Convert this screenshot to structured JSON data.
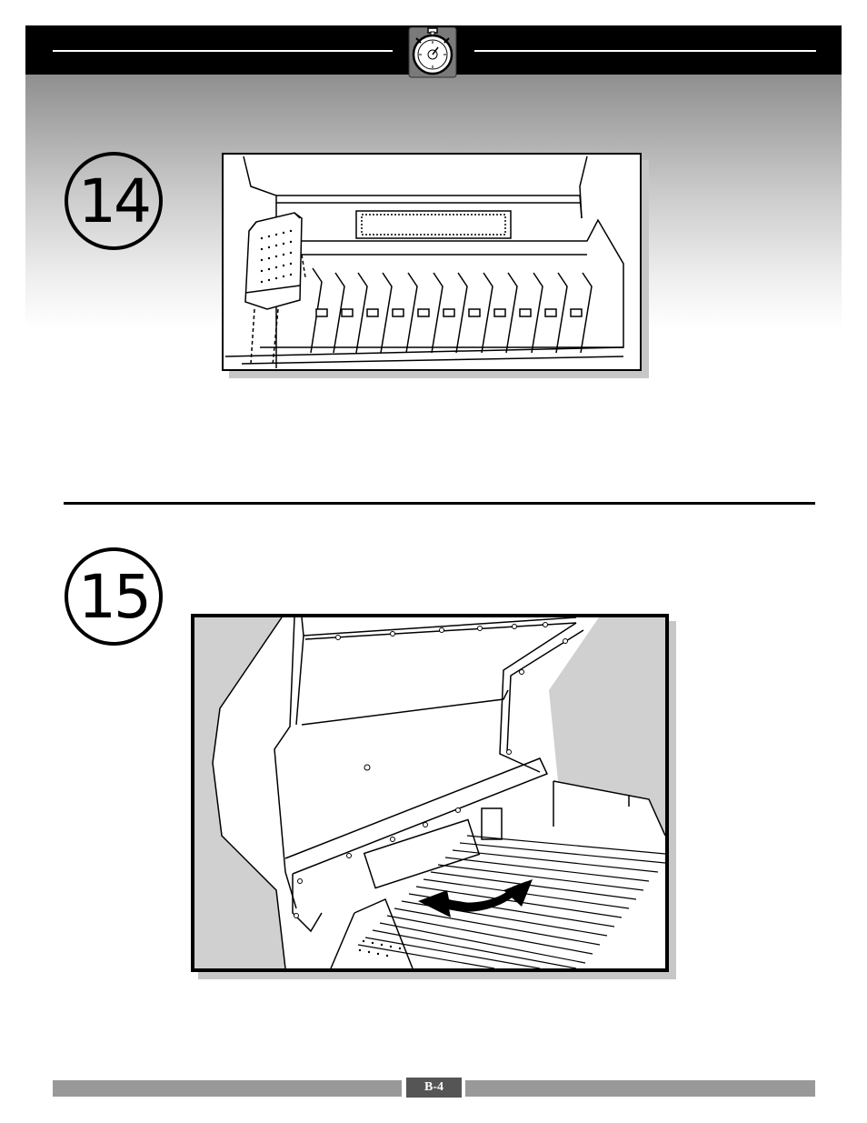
{
  "header": {
    "icon": "stopwatch-icon"
  },
  "steps": [
    {
      "number": "14",
      "figure": "grill-smoker-box-illustration"
    },
    {
      "number": "15",
      "figure": "grill-cooking-grates-illustration"
    }
  ],
  "footer": {
    "page_label": "B-4"
  }
}
